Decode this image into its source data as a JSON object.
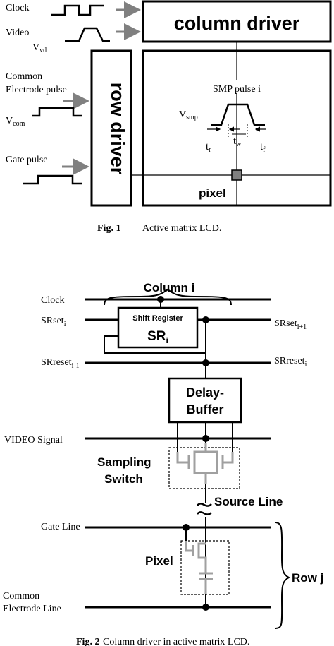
{
  "fig1": {
    "clock": "Clock",
    "video": "Video",
    "vvd": "V",
    "vvd_sub": "vd",
    "common": "Common",
    "electrode_pulse": "Electrode pulse",
    "vcom": "V",
    "vcom_sub": "com",
    "gate_pulse": "Gate pulse",
    "column_driver": "column driver",
    "row_driver": "row driver",
    "smp_pulse": "SMP pulse i",
    "vsmp": "V",
    "vsmp_sub": "smp",
    "tr": "t",
    "tr_sub": "r",
    "tw": "t",
    "tw_sub": "w",
    "tf": "t",
    "tf_sub": "f",
    "pixel": "pixel",
    "caption_num": "Fig. 1",
    "caption_text": "Active matrix LCD."
  },
  "fig2": {
    "column": "Column i",
    "clock": "Clock",
    "srset_left": "SRset",
    "srset_left_sub": "i",
    "shift_register": "Shift Register",
    "sr": "SR",
    "sr_sub": "i",
    "srset_right": "SRset",
    "srset_right_sub": "i+1",
    "srreset_left": "SRreset",
    "srreset_left_sub": "i-1",
    "srreset_right": "SRreset",
    "srreset_right_sub": "i",
    "delay": "Delay-",
    "buffer": "Buffer",
    "video_signal": "VIDEO Signal",
    "sampling": "Sampling",
    "switch": "Switch",
    "source_line": "Source Line",
    "gate_line": "Gate Line",
    "pixel": "Pixel",
    "common": "Common",
    "electrode_line": "Electrode Line",
    "row": "Row j",
    "caption_num": "Fig. 2",
    "caption_text": "Column driver in active matrix LCD."
  }
}
